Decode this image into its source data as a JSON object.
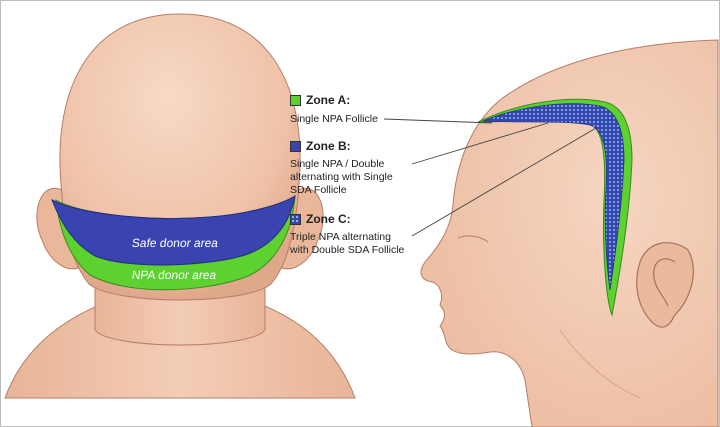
{
  "back_view": {
    "safe_label": "Safe donor area",
    "npa_label": "NPA donor area"
  },
  "legend": {
    "zone_a": {
      "title": "Zone A:",
      "desc": [
        "Single NPA Follicle"
      ]
    },
    "zone_b": {
      "title": "Zone B:",
      "desc": [
        "Single NPA / Double",
        "alternating with Single",
        "SDA Follicle"
      ]
    },
    "zone_c": {
      "title": "Zone C:",
      "desc": [
        "Triple NPA alternating",
        "with Double SDA Follicle"
      ]
    }
  },
  "colors": {
    "skin": "#f3cdb6",
    "skin_shade": "#e3ab8f",
    "outline": "#b57e66",
    "safe_area": "#3a44b0",
    "npa_area": "#5cd12f",
    "zone_c_dots": "#7ec8e8"
  }
}
